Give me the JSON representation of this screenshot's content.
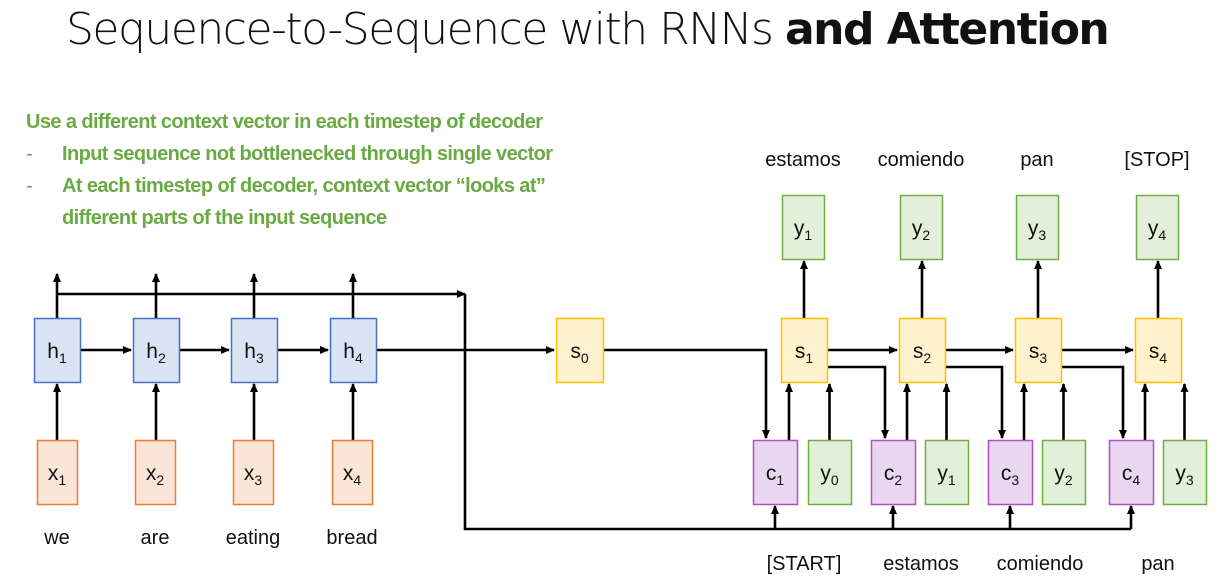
{
  "title": {
    "regular": "Sequence-to-Sequence with RNNs",
    "bold": "and Attention"
  },
  "bullets": {
    "heading": "Use a different context vector in each timestep of decoder",
    "items": [
      {
        "dash": "-",
        "text": "Input sequence not bottlenecked through single vector"
      },
      {
        "dash": "-",
        "text": "At each timestep of decoder, context vector “looks at”",
        "continuation": "different parts of the input sequence"
      }
    ]
  },
  "colors": {
    "bullet_text": "#6aaa45",
    "encoder_fill": "#dae3f3",
    "encoder_stroke": "#4472c4",
    "input_fill": "#fbe5d6",
    "input_stroke": "#ed7d31",
    "state_fill": "#fff2cc",
    "state_stroke": "#ffc000",
    "context_fill": "#e9d7f2",
    "context_stroke": "#b04fc4",
    "output_fill": "#e2f0d9",
    "output_stroke": "#70ad47",
    "arrow": "#000000"
  },
  "encoder": {
    "hidden": [
      {
        "base": "h",
        "sub": "1"
      },
      {
        "base": "h",
        "sub": "2"
      },
      {
        "base": "h",
        "sub": "3"
      },
      {
        "base": "h",
        "sub": "4"
      }
    ],
    "inputs": [
      {
        "base": "x",
        "sub": "1",
        "word": "we"
      },
      {
        "base": "x",
        "sub": "2",
        "word": "are"
      },
      {
        "base": "x",
        "sub": "3",
        "word": "eating"
      },
      {
        "base": "x",
        "sub": "4",
        "word": "bread"
      }
    ]
  },
  "initial_state": {
    "base": "s",
    "sub": "0"
  },
  "decoder": {
    "states": [
      {
        "base": "s",
        "sub": "1"
      },
      {
        "base": "s",
        "sub": "2"
      },
      {
        "base": "s",
        "sub": "3"
      },
      {
        "base": "s",
        "sub": "4"
      }
    ],
    "contexts": [
      {
        "base": "c",
        "sub": "1"
      },
      {
        "base": "c",
        "sub": "2"
      },
      {
        "base": "c",
        "sub": "3"
      },
      {
        "base": "c",
        "sub": "4"
      }
    ],
    "prev_outputs": [
      {
        "base": "y",
        "sub": "0",
        "word": "[START]"
      },
      {
        "base": "y",
        "sub": "1",
        "word": "estamos"
      },
      {
        "base": "y",
        "sub": "2",
        "word": "comiendo"
      },
      {
        "base": "y",
        "sub": "3",
        "word": "pan"
      }
    ],
    "outputs": [
      {
        "base": "y",
        "sub": "1",
        "word": "estamos"
      },
      {
        "base": "y",
        "sub": "2",
        "word": "comiendo"
      },
      {
        "base": "y",
        "sub": "3",
        "word": "pan"
      },
      {
        "base": "y",
        "sub": "4",
        "word": "[STOP]"
      }
    ]
  }
}
